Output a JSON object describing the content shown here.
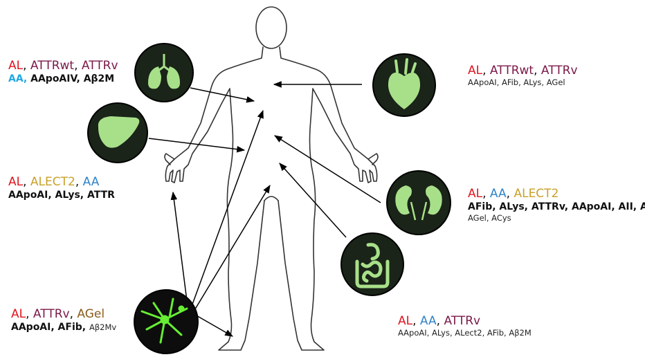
{
  "lung": {
    "line1": [
      {
        "text": "AL",
        "color": "red"
      },
      {
        "text": ", ",
        "color": "black"
      },
      {
        "text": "ATTRwt",
        "color": "purple"
      },
      {
        "text": ", ",
        "color": "black"
      },
      {
        "text": "ATTRv",
        "color": "purple"
      }
    ],
    "line2": [
      {
        "text": "AA, ",
        "color": "cyan"
      },
      {
        "text": "AApoAIV, Aβ2M",
        "color": "black"
      }
    ]
  },
  "liver": {
    "line1": [
      {
        "text": "AL",
        "color": "red"
      },
      {
        "text": ", ",
        "color": "black"
      },
      {
        "text": "ALECT2",
        "color": "gold"
      },
      {
        "text": ", ",
        "color": "black"
      },
      {
        "text": "AA",
        "color": "blue"
      }
    ],
    "line2": "AApoAI, ALys, ATTR"
  },
  "nerve": {
    "line1": [
      {
        "text": "AL",
        "color": "red"
      },
      {
        "text": ", ",
        "color": "black"
      },
      {
        "text": "ATTRv",
        "color": "purple"
      },
      {
        "text": ", ",
        "color": "black"
      },
      {
        "text": "AGel",
        "color": "brown"
      }
    ],
    "line2_bold": "AApoAI, AFib, ",
    "line2_small": "Aβ2Mv"
  },
  "heart": {
    "line1": [
      {
        "text": "AL",
        "color": "red"
      },
      {
        "text": ", ",
        "color": "black"
      },
      {
        "text": "ATTRwt",
        "color": "purple"
      },
      {
        "text": ", ",
        "color": "black"
      },
      {
        "text": "ATTRv",
        "color": "purple"
      }
    ],
    "line2": "AApoAI, AFib, ALys, AGel"
  },
  "kidney": {
    "line1": [
      {
        "text": "AL",
        "color": "red"
      },
      {
        "text": ", ",
        "color": "black"
      },
      {
        "text": "AA",
        "color": "blue"
      },
      {
        "text": ", ",
        "color": "black"
      },
      {
        "text": "ALECT2",
        "color": "gold"
      }
    ],
    "line2": "AFib, ALys, ATTRv, AApoAI, AII, AIV",
    "line3": "AGel, ACys"
  },
  "gut": {
    "line1": [
      {
        "text": "AL",
        "color": "red"
      },
      {
        "text": ", ",
        "color": "black"
      },
      {
        "text": "AA",
        "color": "blue"
      },
      {
        "text": ", ",
        "color": "black"
      },
      {
        "text": "ATTRv",
        "color": "purple"
      }
    ],
    "line2": "AApoAI, ALys, ALect2, AFib, Aβ2M"
  },
  "icons": [
    "lungs-icon",
    "liver-icon",
    "neuron-icon",
    "heart-icon",
    "kidneys-icon",
    "intestine-icon"
  ],
  "colors": {
    "red": "#e0141e",
    "purple": "#7a1848",
    "blue": "#2f82c8",
    "cyan": "#22a8e0",
    "gold": "#c9a028",
    "brown": "#8a5a1a",
    "organ_green": "#a8e08a",
    "circle_dark": "#1a2418",
    "neuron_green": "#66ee33"
  }
}
